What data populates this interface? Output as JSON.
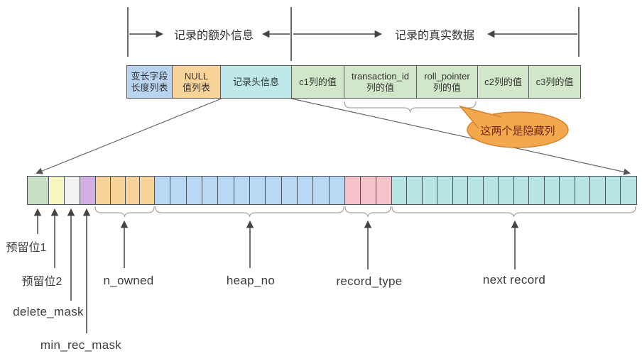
{
  "brackets": {
    "extra_info": "记录的额外信息",
    "real_data": "记录的真实数据"
  },
  "record_fields": [
    {
      "label": "变长字段\n长度列表",
      "color": "#b8d4f1"
    },
    {
      "label": "NULL\n值列表",
      "color": "#f8d49b"
    },
    {
      "label": "记录头信息",
      "color": "#bfe9e9"
    },
    {
      "label": "c1列的值",
      "color": "#d2e7c9"
    },
    {
      "label": "transaction_id\n列的值",
      "color": "#d2e7c9"
    },
    {
      "label": "roll_pointer\n列的值",
      "color": "#d2e7c9"
    },
    {
      "label": "c2列的值",
      "color": "#d2e7c9"
    },
    {
      "label": "c3列的值",
      "color": "#d2e7c9"
    }
  ],
  "hidden_note": "这两个是隐藏列",
  "bit_segments": [
    {
      "label": "预留位1",
      "cells": 1,
      "color": "#c9e0c4"
    },
    {
      "label": "预留位2",
      "cells": 1,
      "color": "#f7f6c2"
    },
    {
      "label": "delete_mask",
      "cells": 1,
      "color": "#f2f2f0"
    },
    {
      "label": "min_rec_mask",
      "cells": 1,
      "color": "#d4aee0"
    },
    {
      "label": "n_owned",
      "cells": 4,
      "color": "#f8d49b"
    },
    {
      "label": "heap_no",
      "cells": 12,
      "color": "#b9d8f3"
    },
    {
      "label": "record_type",
      "cells": 3,
      "color": "#f7c3ca"
    },
    {
      "label": "next record",
      "cells": 16,
      "color": "#b7e6e2"
    }
  ],
  "colors": {
    "bubble_fill": "#f4a84d",
    "bubble_border": "#d4842f",
    "bubble_text": "#74281c",
    "line_dark": "#444444",
    "line_gray": "#666666",
    "brace_gray": "#a8a8a8",
    "cell_border": "#46545f",
    "box_border": "#585858"
  }
}
